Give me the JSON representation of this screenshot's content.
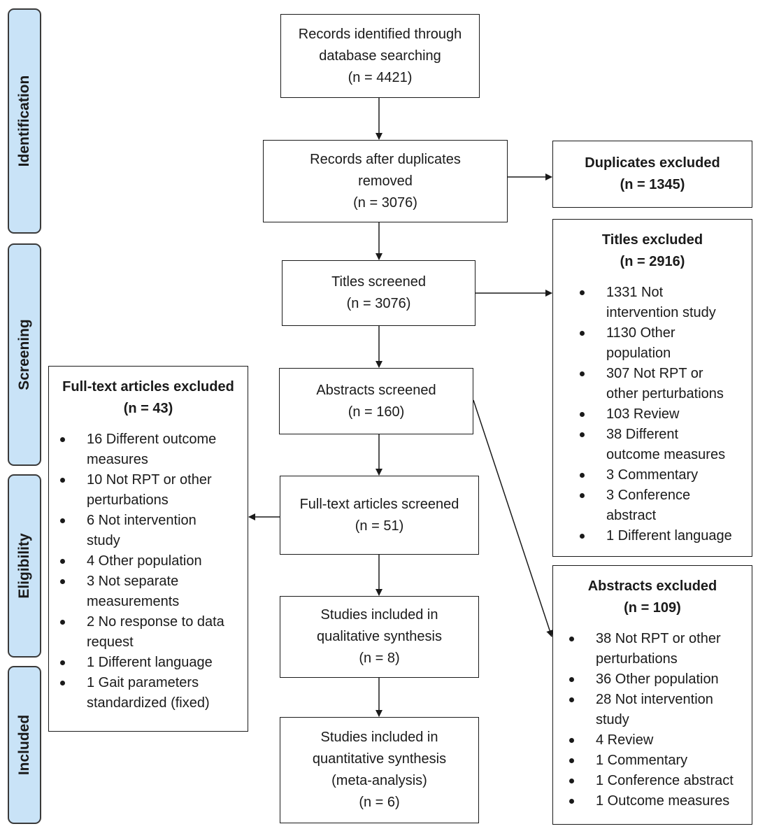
{
  "phases": [
    "Identification",
    "Screening",
    "Eligibility",
    "Included"
  ],
  "boxes": {
    "records_identified": [
      "Records identified through",
      "database searching",
      "(n = 4421)"
    ],
    "after_duplicates": [
      "Records after duplicates",
      "removed",
      "(n = 3076)"
    ],
    "titles_screened": [
      "Titles screened",
      "(n = 3076)"
    ],
    "abstracts_screened": [
      "Abstracts screened",
      "(n = 160)"
    ],
    "fulltext_screened": [
      "Full-text articles screened",
      "(n = 51)"
    ],
    "qualitative": [
      "Studies included in",
      "qualitative synthesis",
      "(n = 8)"
    ],
    "quantitative": [
      "Studies included in",
      "quantitative synthesis",
      "(meta-analysis)",
      "(n = 6)"
    ]
  },
  "exclusions": {
    "duplicates": {
      "title": "Duplicates excluded",
      "count": "(n = 1345)"
    },
    "titles": {
      "title": "Titles excluded",
      "count": "(n = 2916)",
      "items": [
        [
          "1331 Not",
          "intervention study"
        ],
        [
          "1130 Other",
          "population"
        ],
        [
          "307 Not RPT or",
          "other perturbations"
        ],
        [
          "103 Review"
        ],
        [
          "38 Different",
          "outcome measures"
        ],
        [
          "3 Commentary"
        ],
        [
          "3 Conference",
          "abstract"
        ],
        [
          "1 Different language"
        ]
      ]
    },
    "abstracts": {
      "title": "Abstracts excluded",
      "count": "(n = 109)",
      "items": [
        [
          "38 Not RPT or other",
          "perturbations"
        ],
        [
          "36 Other population"
        ],
        [
          "28 Not intervention",
          "study"
        ],
        [
          "4 Review"
        ],
        [
          "1 Commentary"
        ],
        [
          "1 Conference abstract"
        ],
        [
          "1 Outcome measures"
        ]
      ]
    },
    "fulltext": {
      "title": "Full-text articles excluded",
      "count": "(n = 43)",
      "items": [
        [
          "16 Different outcome",
          "measures"
        ],
        [
          "10 Not RPT or other",
          "perturbations"
        ],
        [
          "6 Not intervention",
          "study"
        ],
        [
          "4 Other population"
        ],
        [
          "3 Not separate",
          "measurements"
        ],
        [
          "2 No response to data",
          "request"
        ],
        [
          "1 Different language"
        ],
        [
          "1 Gait parameters",
          "standardized (fixed)"
        ]
      ]
    }
  }
}
